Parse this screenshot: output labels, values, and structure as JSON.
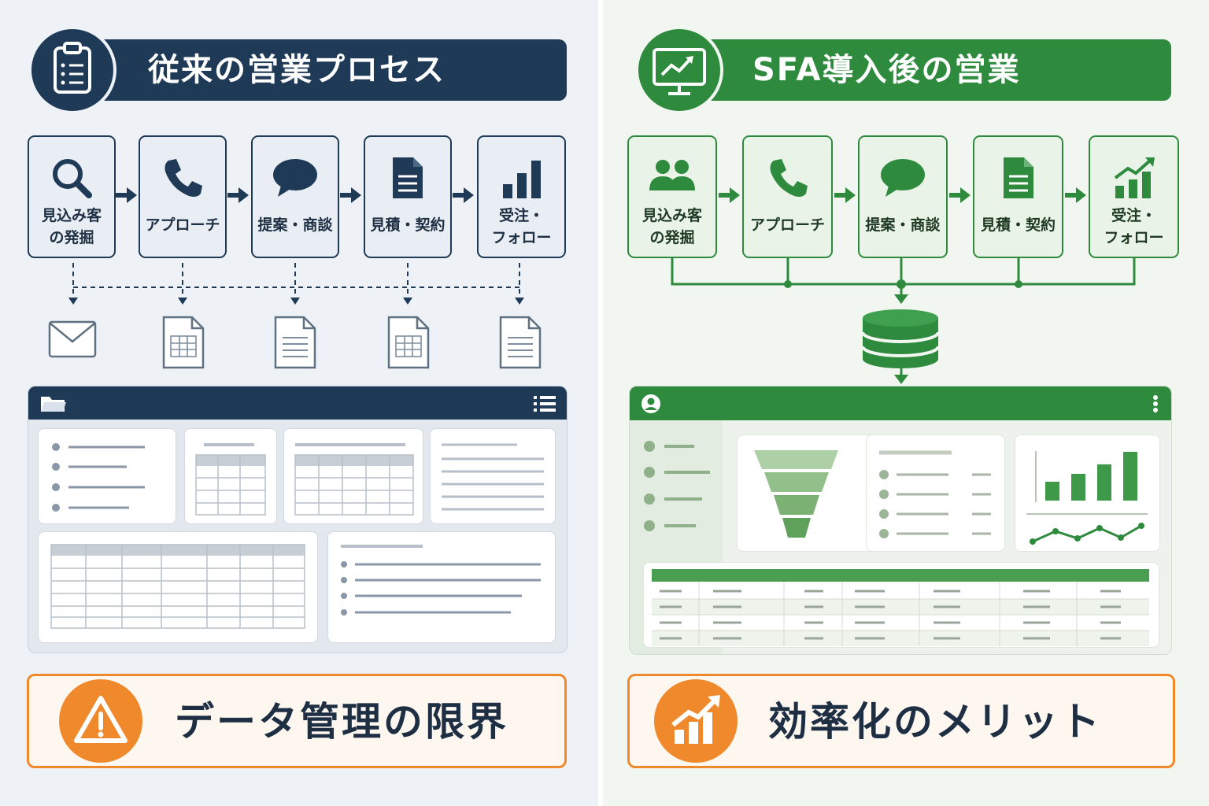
{
  "colors": {
    "navy": "#1e3a56",
    "green": "#2e8b3e",
    "orange": "#f0892c",
    "light_green": "#8fbf86"
  },
  "left": {
    "title": "従来の営業プロセス",
    "title_icon": "clipboard-icon",
    "steps": [
      {
        "label": "見込み客\nの発掘",
        "icon": "search-icon"
      },
      {
        "label": "アプローチ",
        "icon": "phone-icon"
      },
      {
        "label": "提案・商談",
        "icon": "chat-bubble-icon"
      },
      {
        "label": "見積・契約",
        "icon": "document-icon"
      },
      {
        "label": "受注・\nフォロー",
        "icon": "bar-chart-icon"
      }
    ],
    "storage_files": [
      "mail-icon",
      "spreadsheet-file-icon",
      "text-file-icon",
      "spreadsheet-file-icon",
      "text-file-icon"
    ],
    "window_icons": [
      "folder-icon",
      "list-icon"
    ],
    "bottom_text": "データ管理の限界",
    "bottom_icon": "warning-icon"
  },
  "right": {
    "title": "SFA導入後の営業",
    "title_icon": "monitor-chart-icon",
    "steps": [
      {
        "label": "見込み客\nの発掘",
        "icon": "users-icon"
      },
      {
        "label": "アプローチ",
        "icon": "phone-icon"
      },
      {
        "label": "提案・商談",
        "icon": "chat-bubble-icon"
      },
      {
        "label": "見積・契約",
        "icon": "document-icon"
      },
      {
        "label": "受注・\nフォロー",
        "icon": "growth-chart-icon"
      }
    ],
    "hub_icon": "database-icon",
    "window_icons": [
      "user-icon",
      "more-icon"
    ],
    "bottom_text": "効率化のメリット",
    "bottom_icon": "growth-chart-icon"
  }
}
